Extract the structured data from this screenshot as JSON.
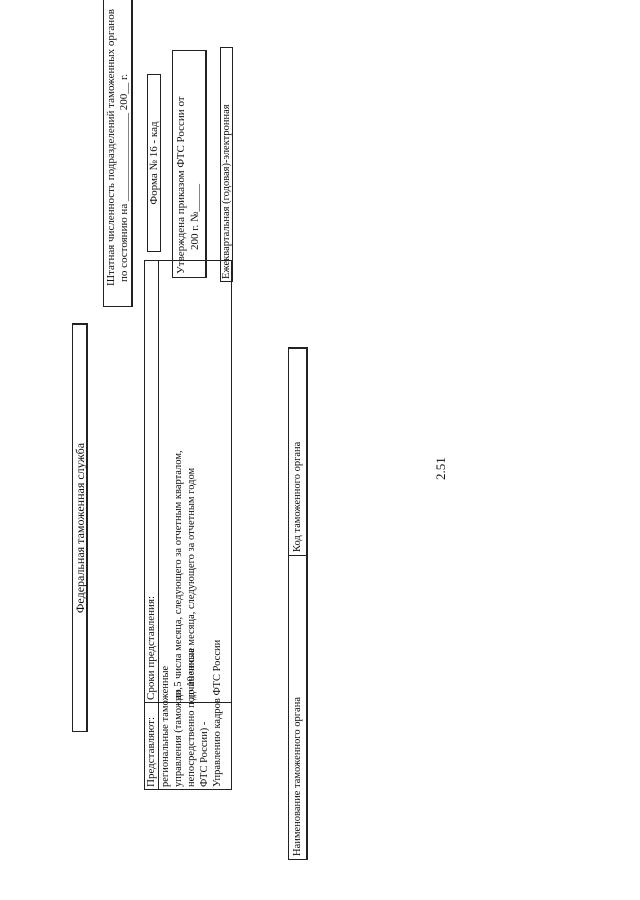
{
  "page_number": "2.51",
  "agency": "Федеральная таможенная служба",
  "title": {
    "line1": "Штатная численность подразделений таможенных органов",
    "line2": "по состоянию на ________________ 200__ г."
  },
  "form": {
    "number": "Форма № 16 - кад",
    "approved_line1": "Утверждена приказом ФТС России от",
    "approved_line2": "200     г. №_____",
    "period": "Ежеквартальная (годовая)-электронная"
  },
  "submission_table": {
    "col1_header": "Представляют:",
    "col1_lines": [
      "региональные таможенные",
      "управления (таможни,",
      "непосредственно подчиненные",
      "ФТС России) -",
      "Управлению кадров ФТС России"
    ],
    "col2_header": "Сроки представления:",
    "col2_lines": [
      "до 5 числа месяца, следующего за отчетным кварталом,",
      "до 10 числа месяца, следующего за отчетным годом"
    ]
  },
  "org_fields": {
    "name_label": "Наименование таможенного органа",
    "code_label": "Код таможенного органа"
  }
}
